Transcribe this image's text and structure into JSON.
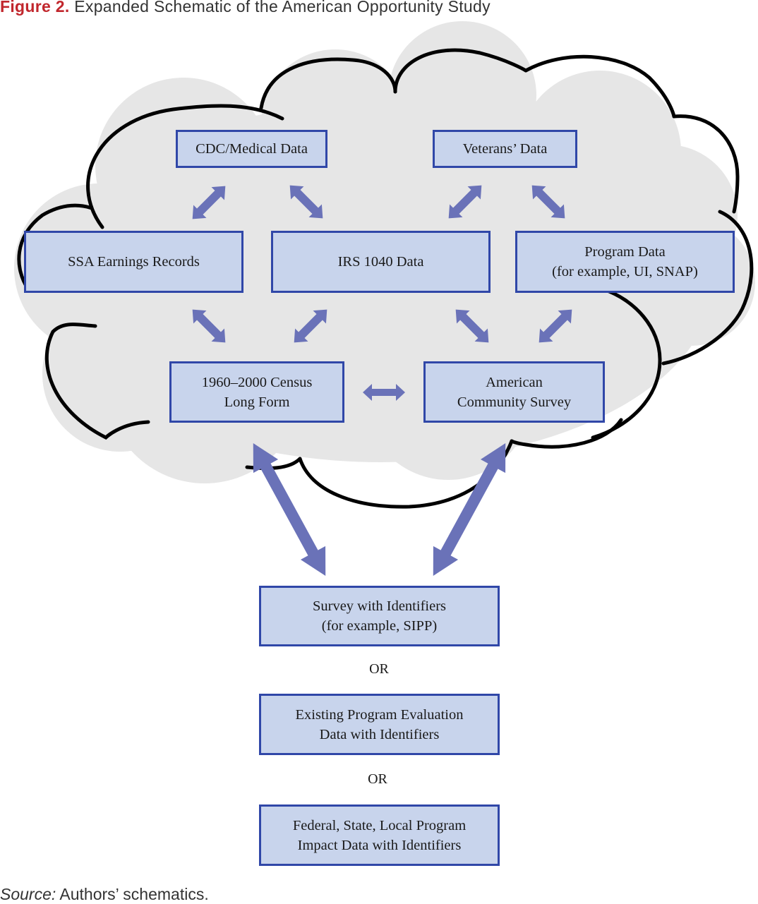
{
  "figure": {
    "label": "Figure 2.",
    "title": "Expanded Schematic of the American Opportunity Study"
  },
  "nodes": {
    "cdc": "CDC/Medical Data",
    "veterans": "Veterans’ Data",
    "ssa": "SSA Earnings Records",
    "irs": "IRS 1040 Data",
    "program": "Program Data\n(for example, UI, SNAP)",
    "census": "1960–2000 Census\nLong Form",
    "acs": "American\nCommunity Survey",
    "survey": "Survey with Identifiers\n(for example, SIPP)",
    "existing": "Existing Program Evaluation\nData with Identifiers",
    "federal": "Federal, State, Local Program\nImpact Data with Identifiers"
  },
  "connectors": {
    "or1": "OR",
    "or2": "OR"
  },
  "source": {
    "label": "Source:",
    "text": "Authors’ schematics."
  },
  "colors": {
    "box_fill": "#c8d4ec",
    "box_border": "#3047a8",
    "arrow": "#6a72b8",
    "cloud_fill": "#e6e6e6",
    "title_accent": "#c1272d"
  }
}
